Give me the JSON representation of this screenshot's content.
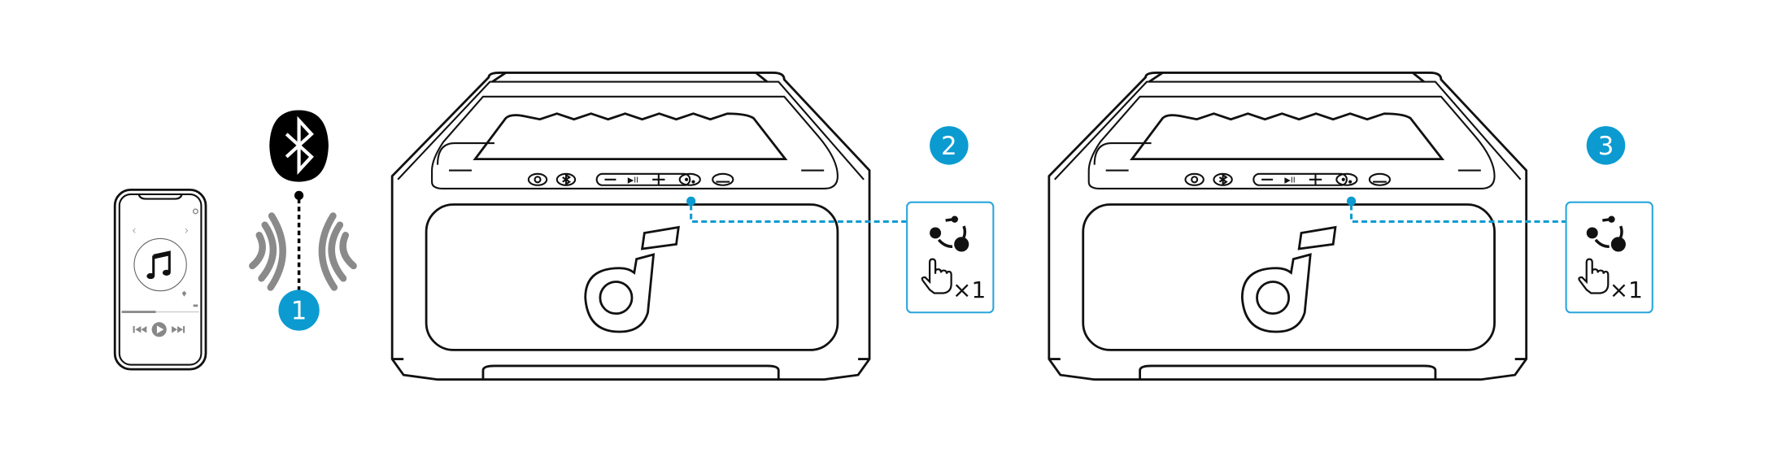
{
  "colors": {
    "accent": "#0b9bd1",
    "line": "#111111",
    "wave": "#8a8a8a"
  },
  "steps": [
    {
      "number": "1",
      "target": "bluetooth"
    },
    {
      "number": "2",
      "press_label": "×1",
      "icon": "party-mode-icon"
    },
    {
      "number": "3",
      "press_label": "×1",
      "icon": "party-mode-icon"
    }
  ],
  "speaker_buttons": {
    "minus": "−",
    "play": "▶II",
    "plus": "+"
  },
  "phone": {
    "icon": "music-note-icon",
    "controls": [
      "prev",
      "play",
      "next"
    ]
  }
}
